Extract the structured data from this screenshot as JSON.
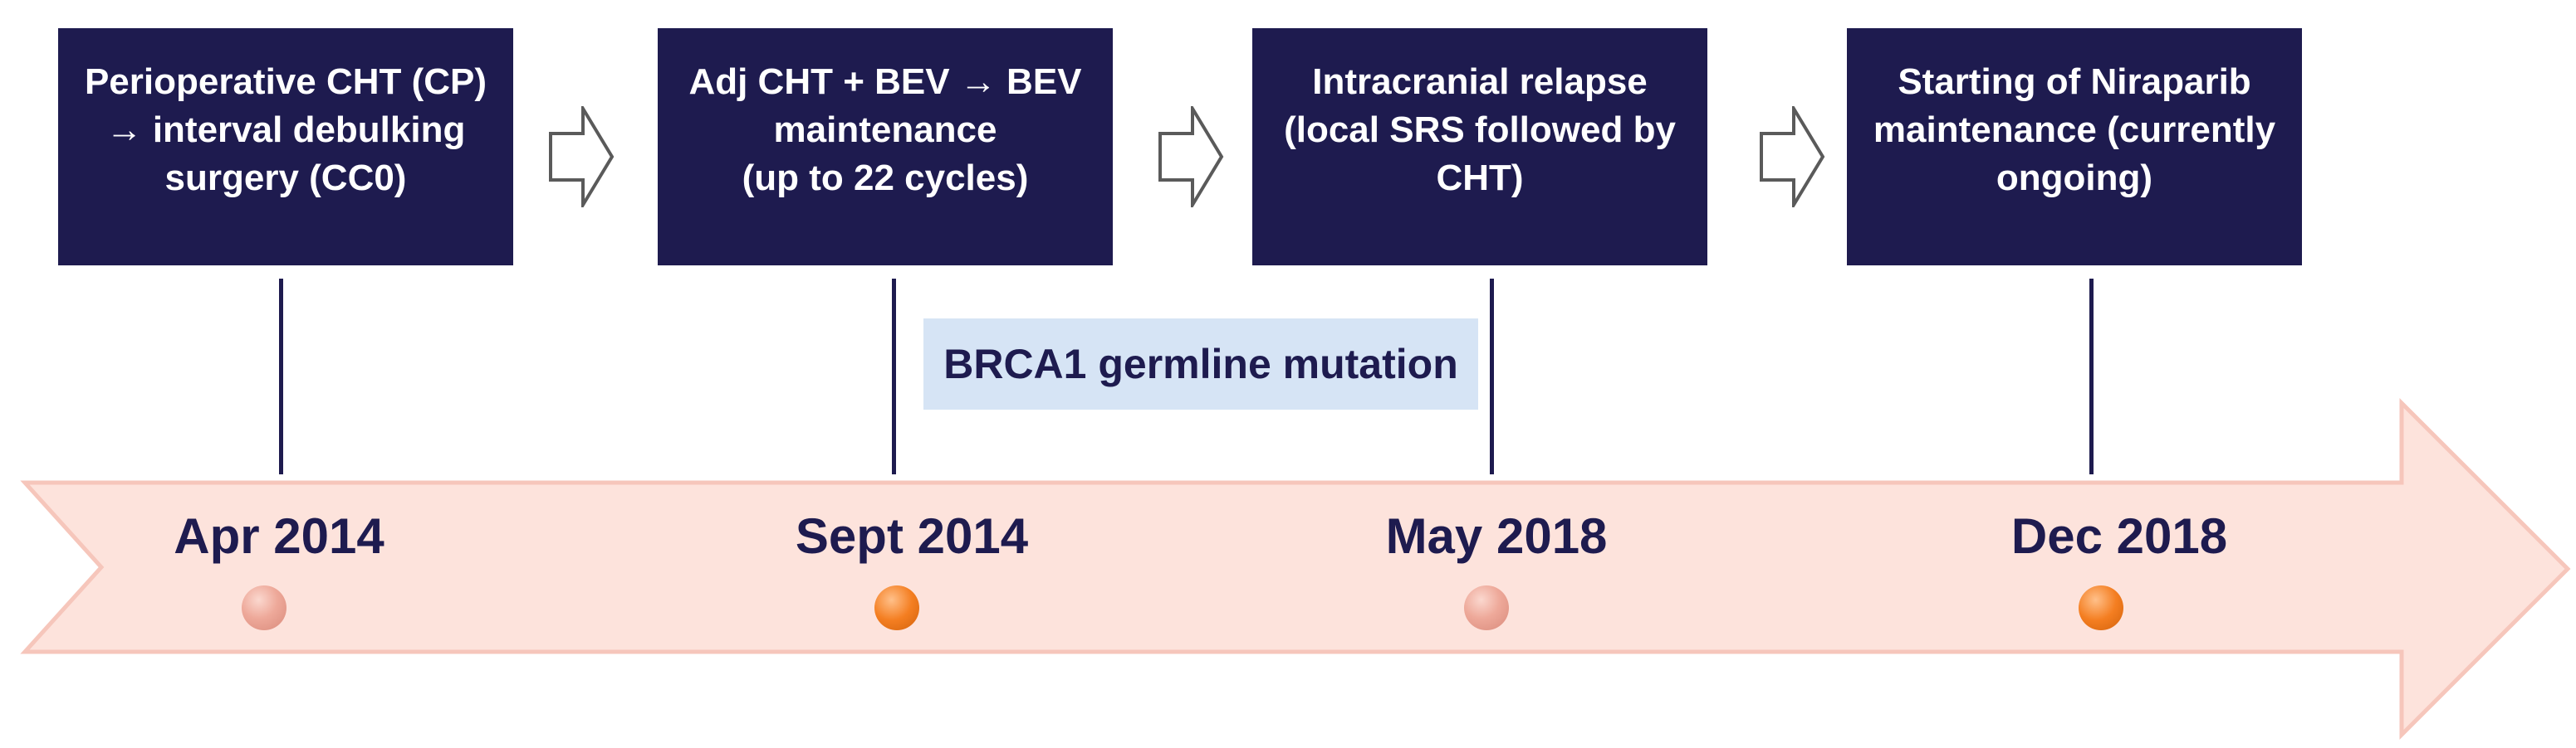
{
  "events": [
    {
      "lines": [
        "Perioperative CHT (CP)",
        "→ interval debulking",
        "surgery (CC0)"
      ]
    },
    {
      "lines": [
        "Adj CHT + BEV → BEV",
        "maintenance",
        "(up to 22 cycles)"
      ]
    },
    {
      "lines": [
        "Intracranial relapse",
        "(local SRS followed by",
        "CHT)"
      ]
    },
    {
      "lines": [
        "Starting of Niraparib",
        "maintenance (currently",
        "ongoing)"
      ]
    }
  ],
  "dates": [
    "Apr 2014",
    "Sept 2014",
    "May 2018",
    "Dec 2018"
  ],
  "mutation_label": "BRCA1 germline mutation",
  "colors": {
    "box_fill": "#1e1b4f",
    "timeline_fill": "#fde3dc",
    "timeline_stroke": "#f6c6bb",
    "mutation_fill": "#d6e4f5",
    "dot_pink": "#eea99a",
    "dot_orange": "#f47e21"
  }
}
